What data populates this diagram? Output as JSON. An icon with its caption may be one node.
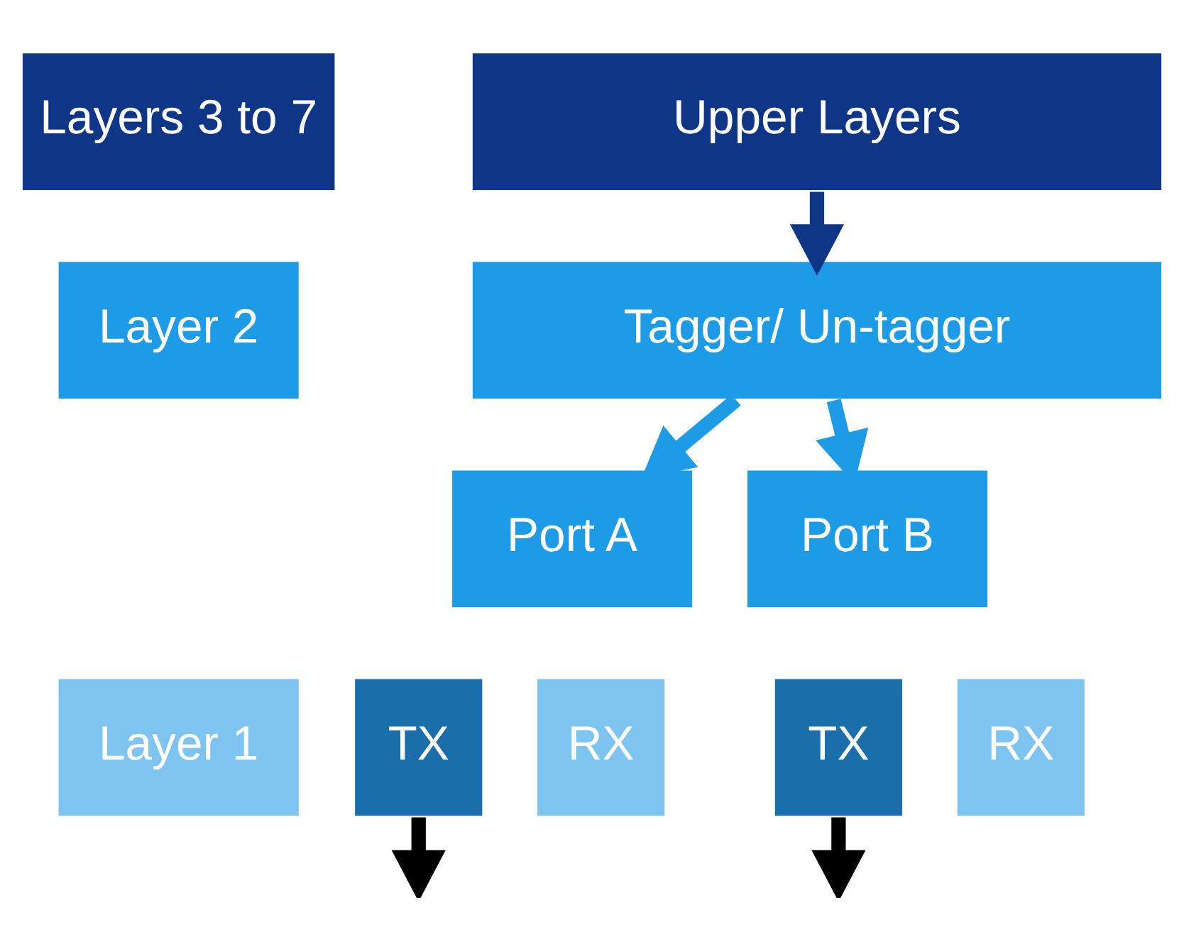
{
  "diagram": {
    "nodes": [
      {
        "text": [
          "Layers 3 to 7"
        ]
      },
      {
        "text": [
          "Upper Layers"
        ]
      },
      {
        "text": [
          "Layer 2"
        ]
      },
      {
        "text": [
          "Layer 1"
        ]
      },
      {
        "text": [
          "Tagger/ Un-tagger"
        ]
      },
      {
        "text": [
          "Port A"
        ]
      },
      {
        "text": [
          "TX"
        ]
      },
      {
        "text": [
          "RX"
        ]
      },
      {
        "text": [
          "Port B"
        ]
      },
      {
        "text": [
          "TX"
        ]
      },
      {
        "text": [
          "RX"
        ]
      }
    ],
    "edges": [
      {
        "from": 1,
        "to": 4,
        "arrow": "to",
        "color": "#0f3587"
      },
      {
        "from": 4,
        "to": 5,
        "arrow": "to"
      },
      {
        "from": 4,
        "to": 8,
        "arrow": "to"
      },
      {
        "from": 6,
        "to": null,
        "arrow": "to",
        "color": "#000000"
      },
      {
        "from": 9,
        "to": null,
        "arrow": "to",
        "color": "#000000"
      }
    ]
  }
}
